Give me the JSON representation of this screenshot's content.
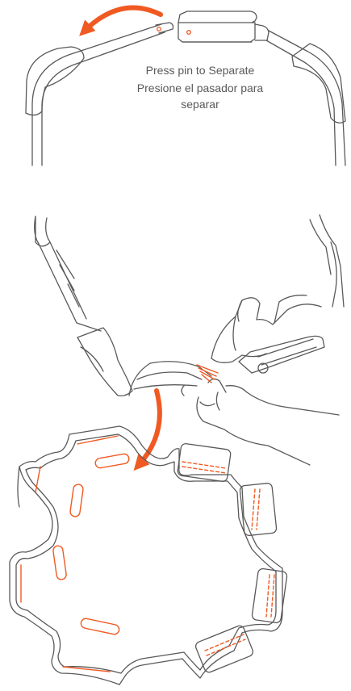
{
  "instructions": {
    "english": "Press pin to Separate",
    "spanish": "Presione el pasador para separar"
  },
  "colors": {
    "line": "#595959",
    "accent": "#f05a22",
    "background": "#ffffff"
  },
  "illustrations": [
    "headband-detach",
    "hand-pressing-pin",
    "unfolded-sensor-cap"
  ]
}
